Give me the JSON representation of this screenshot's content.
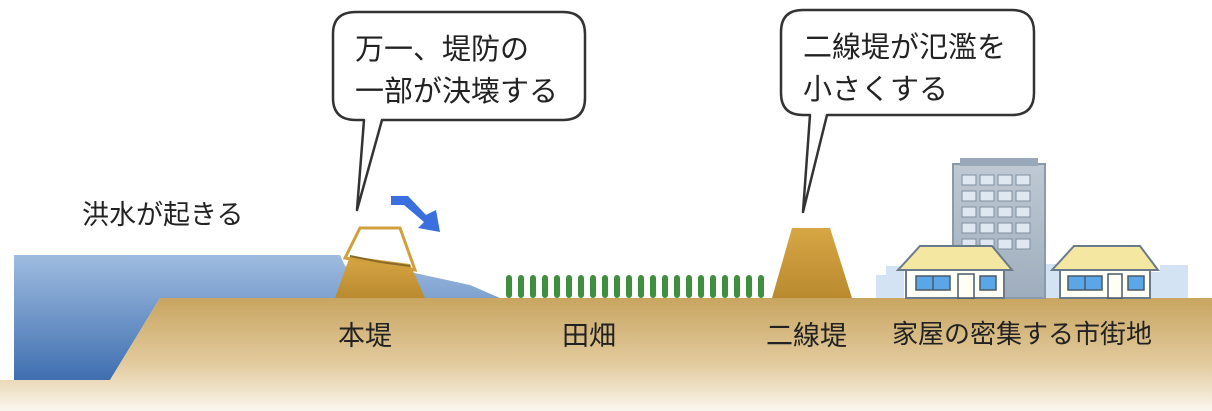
{
  "bubbles": {
    "levee_break": {
      "line1": "万一、堤防の",
      "line2": "一部が決壊する"
    },
    "secondary_levee": {
      "line1": "二線堤が氾濫を",
      "line2": "小さくする"
    }
  },
  "flood_label": "洪水が起きる",
  "labels": {
    "main_levee": "本堤",
    "farmland": "田畑",
    "secondary_levee": "二線堤",
    "urban_area": "家屋の密集する市街地"
  },
  "colors": {
    "water": "#5a86bd",
    "ground": "#c8a560",
    "levee": "#c99a3a",
    "arrow": "#3a6fe0",
    "crops": "#3f8f3f",
    "building": "#aab9c9"
  }
}
